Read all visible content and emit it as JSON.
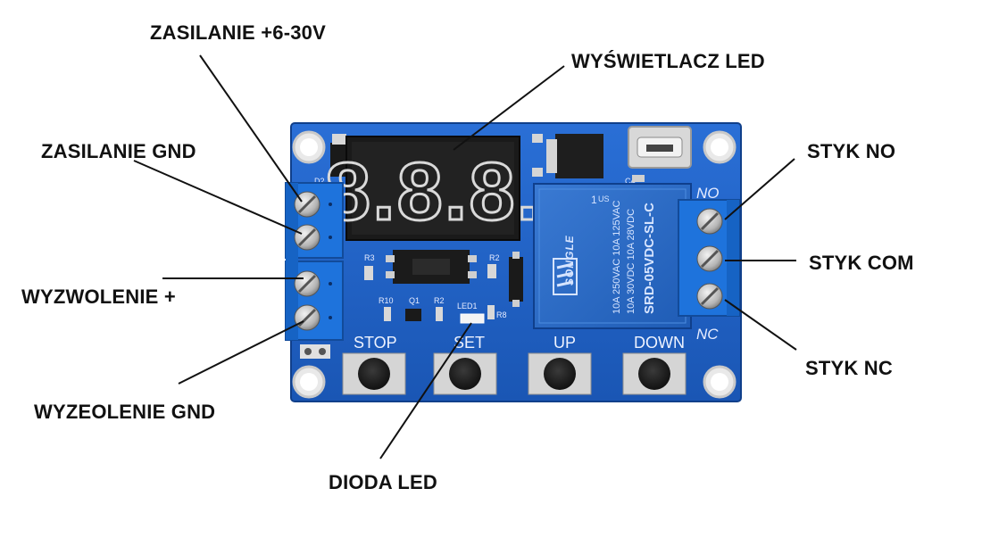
{
  "callouts": {
    "power_plus": "ZASILANIE +6-30V",
    "power_gnd": "ZASILANIE GND",
    "trigger_plus": "WYZWOLENIE +",
    "trigger_gnd": "WYZEOLENIE GND",
    "led_display": "WYŚWIETLACZ LED",
    "contact_no": "STYK NO",
    "contact_com": "STYK COM",
    "contact_nc": "STYK NC",
    "led_diode": "DIODA LED"
  },
  "board": {
    "buttons": {
      "stop": "STOP",
      "set": "SET",
      "up": "UP",
      "down": "DOWN"
    },
    "terminal_no": "NO",
    "terminal_nc": "NC",
    "silkscreen": {
      "d2": "D2",
      "r3": "R3",
      "r2_top": "R2",
      "r10": "R10",
      "q1": "Q1",
      "r2": "R2",
      "led1": "LED1",
      "r8": "R8",
      "c4": "C4"
    },
    "display_value": "8.8.8.",
    "relay": {
      "brand": "SONGLE",
      "model": "SRD-05VDC-SL-C",
      "rating_ac": "10A 250VAC  10A 125VAC",
      "rating_dc": "10A 30VDC  10A 28VDC",
      "pin": "1",
      "us_mark": "US"
    }
  },
  "colors": {
    "pcb": "#1f62c8",
    "pcb_dark": "#14489c",
    "terminal": "#1e73dc",
    "relay": "#2766c2",
    "display_segment": "#e8e8e8",
    "label_text": "#111111"
  }
}
